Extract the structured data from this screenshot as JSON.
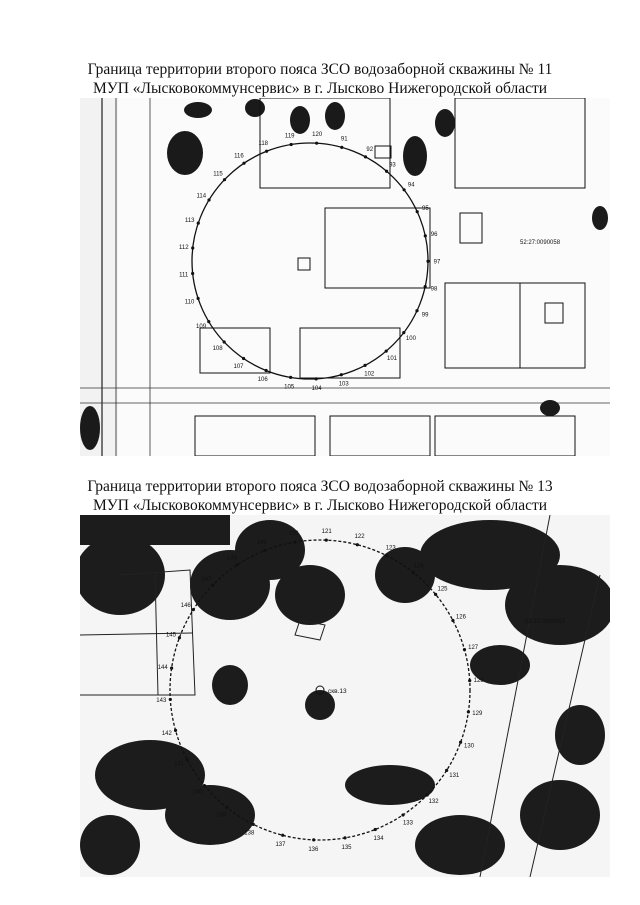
{
  "header": {
    "title1_line1": "Граница территории второго пояса ЗСО водозаборной скважины № 11",
    "title1_line2": "МУП «Лысковокоммунсервис» в г. Лысково Нижегородской области",
    "title2_line1": "Граница территории второго пояса ЗСО водозаборной скважины № 13",
    "title2_line2": "МУП «Лысковокоммунсервис» в г. Лысково Нижегородской области"
  },
  "map1": {
    "parcel_label": "52:27:0090058",
    "points": [
      "118",
      "119",
      "120",
      "91",
      "92",
      "93",
      "94",
      "95",
      "96",
      "97",
      "98",
      "99",
      "100",
      "101",
      "102",
      "103",
      "104",
      "105",
      "106",
      "107",
      "108",
      "109",
      "110",
      "111",
      "112",
      "113",
      "114",
      "115",
      "116"
    ]
  },
  "map2": {
    "parcel_label": "52:27:0090053",
    "well_label": "скв.13",
    "points": [
      "149",
      "150",
      "121",
      "122",
      "123",
      "124",
      "125",
      "126",
      "127",
      "128",
      "129",
      "130",
      "131",
      "132",
      "133",
      "134",
      "135",
      "136",
      "137",
      "138",
      "139",
      "140",
      "141",
      "142",
      "143",
      "144",
      "145",
      "146",
      "147",
      "148"
    ]
  },
  "colors": {
    "ink": "#111111",
    "paper": "#ffffff",
    "foliage": "#1a1a1a"
  }
}
